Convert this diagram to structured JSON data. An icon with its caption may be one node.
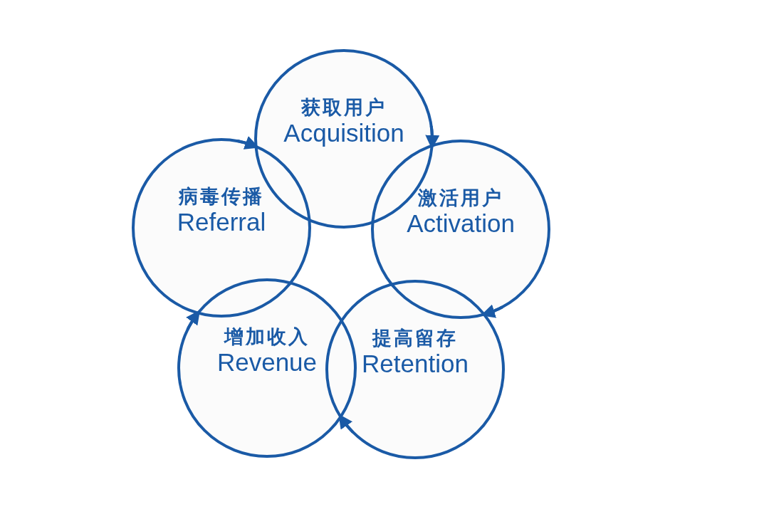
{
  "diagram": {
    "nodes": [
      {
        "text": [
          "获取用户",
          "Acquisition"
        ]
      },
      {
        "text": [
          "激活用户",
          "Activation"
        ]
      },
      {
        "text": [
          "提高留存",
          "Retention"
        ]
      },
      {
        "text": [
          "增加收入",
          "Revenue"
        ]
      },
      {
        "text": [
          "病毒传播",
          "Referral"
        ]
      }
    ],
    "edges": [
      {
        "from": 0,
        "to": 1,
        "arrow": "to"
      },
      {
        "from": 1,
        "to": 2,
        "arrow": "to"
      },
      {
        "from": 2,
        "to": 3,
        "arrow": "to"
      },
      {
        "from": 3,
        "to": 4,
        "arrow": "to"
      },
      {
        "from": 4,
        "to": 0,
        "arrow": "to"
      }
    ]
  }
}
